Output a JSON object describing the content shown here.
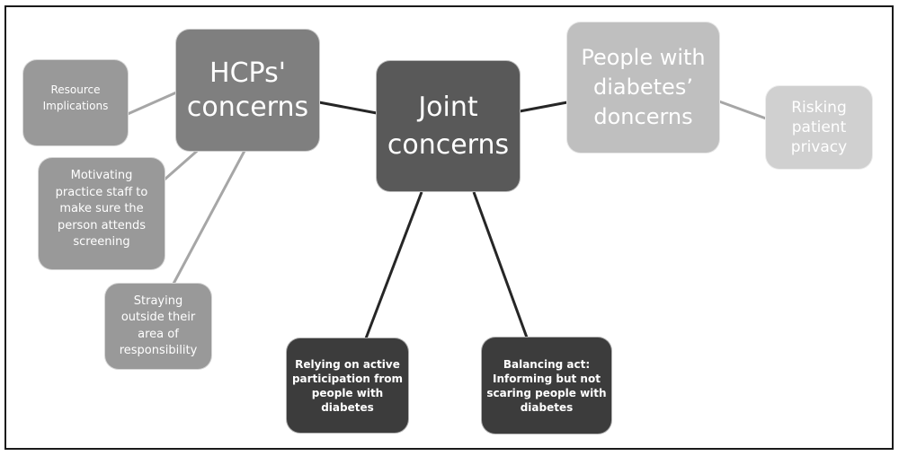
{
  "diagram": {
    "type": "concept-map",
    "colors": {
      "hcps_node": "#7f7f7f",
      "hcps_sub_node": "#999999",
      "joint_node": "#595959",
      "joint_sub_node": "#3c3c3c",
      "people_node": "#bfbfbf",
      "people_sub_node": "#d0d0d0",
      "dark_connector": "#262626",
      "light_connector": "#a6a6a6",
      "text": "#ffffff",
      "frame": "#1a1a1a"
    },
    "nodes": {
      "hcps": {
        "label": "HCPs'\nconcerns"
      },
      "joint": {
        "label": "Joint\nconcerns"
      },
      "people": {
        "label": "People with\ndiabetes’\ndoncerns"
      },
      "resource": {
        "label": "Resource\nImplications",
        "parent": "hcps"
      },
      "motivating": {
        "label": "Motivating\npractice staff to\nmake sure the\nperson attends\nscreening",
        "parent": "hcps"
      },
      "straying": {
        "label": "Straying\noutside their\narea of\nresponsibility",
        "parent": "hcps"
      },
      "risking": {
        "label": "Risking\npatient\nprivacy",
        "parent": "people"
      },
      "relying": {
        "label": "Relying on active\nparticipation from\npeople with\ndiabetes",
        "parent": "joint"
      },
      "balancing": {
        "label": "Balancing act:\nInforming but not\nscaring people with\ndiabetes",
        "parent": "joint"
      }
    },
    "edges": [
      {
        "from": "hcps",
        "to": "joint",
        "style": "dark"
      },
      {
        "from": "joint",
        "to": "people",
        "style": "dark"
      },
      {
        "from": "joint",
        "to": "relying",
        "style": "dark"
      },
      {
        "from": "joint",
        "to": "balancing",
        "style": "dark"
      },
      {
        "from": "hcps",
        "to": "resource",
        "style": "light"
      },
      {
        "from": "hcps",
        "to": "motivating",
        "style": "light"
      },
      {
        "from": "hcps",
        "to": "straying",
        "style": "light"
      },
      {
        "from": "people",
        "to": "risking",
        "style": "light"
      }
    ]
  }
}
